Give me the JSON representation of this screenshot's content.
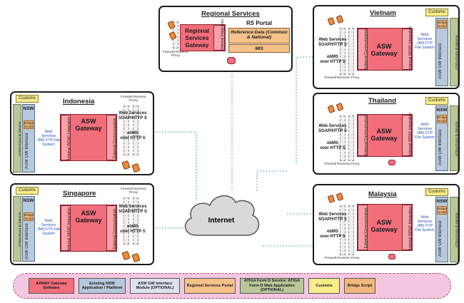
{
  "regional": {
    "title": "Regional Services",
    "portal_title": "RS Portal",
    "gateway": "Regional Services Gateway",
    "internal": "Internal Integration",
    "ref_data": "Reference Data (Common & National)",
    "mis": "MIS",
    "fw_label": "Firewall Reverse Proxy"
  },
  "countries": {
    "vietnam": "Vietnam",
    "indonesia": "Indonesia",
    "thailand": "Thailand",
    "singapore": "Singapore",
    "malaysia": "Malaysia"
  },
  "common": {
    "customs": "Customs",
    "nsw": "NSW",
    "bridge": "Bridge Script",
    "asw_gw_interface": "ASW GW Interface",
    "atiga": "ATIGA Form D Service",
    "asw_gateway": "ASW Gateway",
    "internal_nsw": "Internal (NSW) Integration",
    "external_comm": "External Communication",
    "web_services": "Web Services",
    "soap": "SOAP/HTTP S",
    "ebms": "ebMS",
    "over_https": "over HTTP S",
    "right_protocols": "Web Services JMS FTP File System",
    "fw_label": "Firewall Reverse Proxy"
  },
  "internet": "Internet",
  "legend": [
    {
      "label": "AXWAY Gateway Software",
      "color": "#f26e7a"
    },
    {
      "label": "Existing NSW Application / Platform",
      "color": "#b7c9dc"
    },
    {
      "label": "ASW GW Interface Module (OPTIONAL)",
      "color": "#dde3ee"
    },
    {
      "label": "Regional Services Portal",
      "color": "#f5c28a"
    },
    {
      "label": "ATIGA Form D Service: ATIGA Form D Web Application (OPTIONAL)",
      "color": "#b9c79a"
    },
    {
      "label": "Customs",
      "color": "#f7ec8a"
    },
    {
      "label": "Bridge Script",
      "color": "#f0b87a"
    }
  ]
}
